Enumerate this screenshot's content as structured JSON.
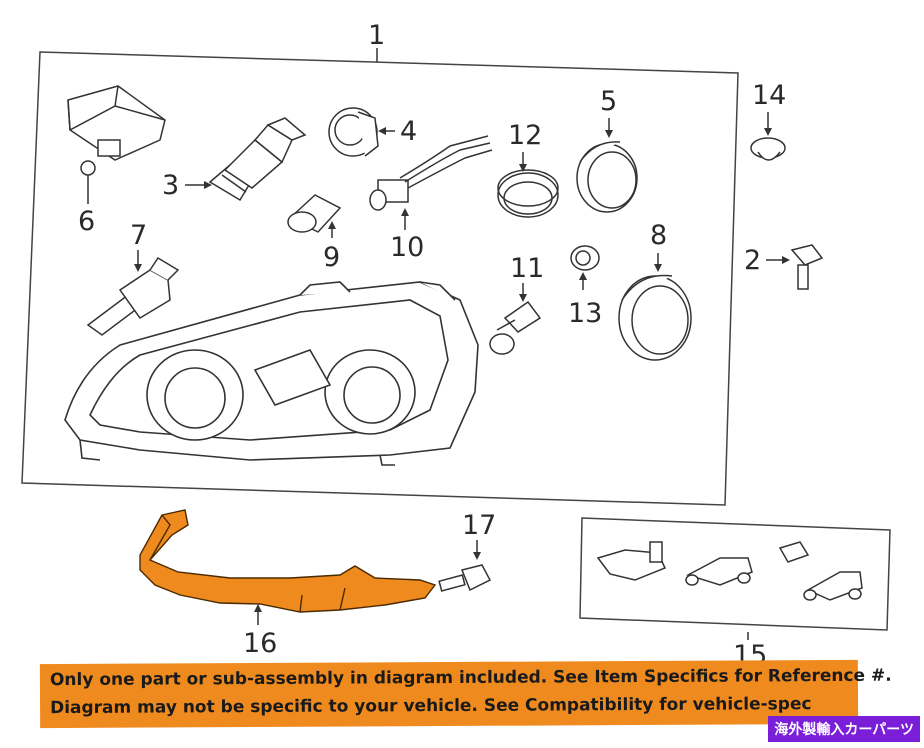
{
  "callouts": {
    "c1": "1",
    "c2": "2",
    "c3": "3",
    "c4": "4",
    "c5": "5",
    "c6": "6",
    "c7": "7",
    "c8": "8",
    "c9": "9",
    "c10": "10",
    "c11": "11",
    "c12": "12",
    "c13": "13",
    "c14": "14",
    "c15": "15",
    "c16": "16",
    "c17": "17"
  },
  "banner": {
    "line1": "Only one part or sub-assembly in diagram included. See Item Specifics for Reference #.",
    "line2": "Diagram may not be specific to your vehicle. See Compatibility for vehicle-spec"
  },
  "watermark": "海外製輸入カーパーツ",
  "colors": {
    "highlight_part": "#ef8a1f",
    "banner_bg": "#ef8a1f",
    "watermark_bg": "#7a1ed8",
    "line": "#333333"
  }
}
